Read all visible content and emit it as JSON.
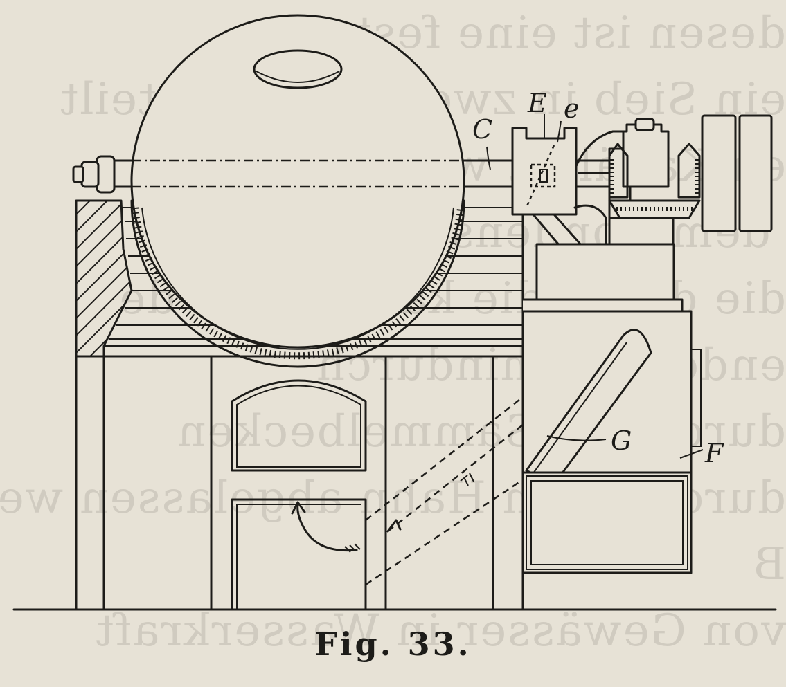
{
  "figure": {
    "caption": "Fig. 33.",
    "labels": {
      "c_shaft": "C",
      "e_upper": "E",
      "e_lower": "e",
      "g_label": "G",
      "f_label": "F"
    },
    "background_bleed_text": "desen ist eine fest\nein Sieb in zwei Räume geteilt\nen Kanälen, welche durch\n dem Condensator\ndie durch die kalte Wand de\nenden Öle hindurch\ndurch das Sammelbecken\ndurch einen Hahn abgelassen werden\nB\nvon Gewässer in Wasserkraft"
  }
}
